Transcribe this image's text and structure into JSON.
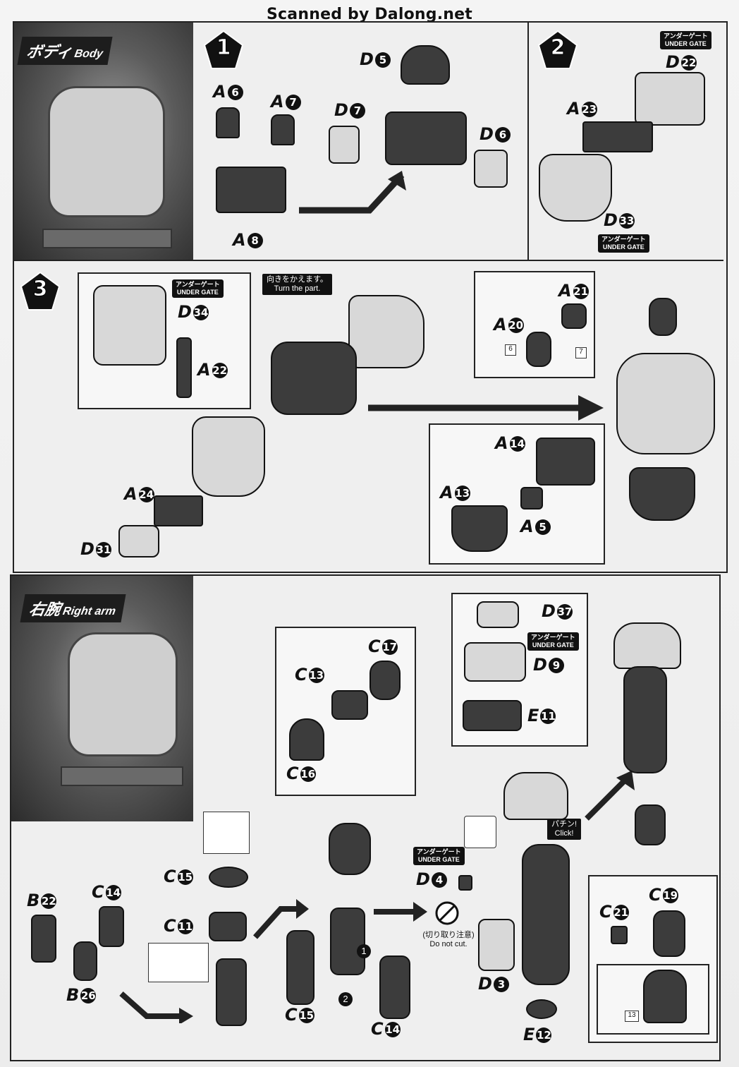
{
  "watermark": "Scanned by Dalong.net",
  "body_section": {
    "label_jp": "ボディ",
    "label_en": "Body",
    "step1": {
      "number": "1",
      "parts": {
        "a6": {
          "letter": "A",
          "num": "6"
        },
        "a7": {
          "letter": "A",
          "num": "7"
        },
        "a8": {
          "letter": "A",
          "num": "8"
        },
        "d5": {
          "letter": "D",
          "num": "5"
        },
        "d7": {
          "letter": "D",
          "num": "7"
        },
        "d6": {
          "letter": "D",
          "num": "6"
        }
      }
    },
    "step2": {
      "number": "2",
      "under_gate_jp": "アンダーゲート",
      "under_gate_en": "UNDER GATE",
      "parts": {
        "d22": {
          "letter": "D",
          "num": "22"
        },
        "a23": {
          "letter": "A",
          "num": "23"
        },
        "d33": {
          "letter": "D",
          "num": "33"
        }
      }
    },
    "step3": {
      "number": "3",
      "turn_note_jp": "向きをかえます。",
      "turn_note_en": "Turn the part.",
      "parts": {
        "d34": {
          "letter": "D",
          "num": "34"
        },
        "a22": {
          "letter": "A",
          "num": "22"
        },
        "a21": {
          "letter": "A",
          "num": "21"
        },
        "a20": {
          "letter": "A",
          "num": "20"
        },
        "a14": {
          "letter": "A",
          "num": "14"
        },
        "a13": {
          "letter": "A",
          "num": "13"
        },
        "a5": {
          "letter": "A",
          "num": "5"
        },
        "a24": {
          "letter": "A",
          "num": "24"
        },
        "d31": {
          "letter": "D",
          "num": "31"
        }
      },
      "seal_6": "6",
      "seal_7": "7"
    }
  },
  "arm_section": {
    "label_jp": "右腕",
    "label_en": "Right arm",
    "under_gate_jp": "アンダーゲート",
    "under_gate_en": "UNDER GATE",
    "click_jp": "パチン!",
    "click_en": "Click!",
    "donotcut_jp": "(切り取り注意)",
    "donotcut_en": "Do not cut.",
    "order_1": "1",
    "order_2": "2",
    "seal_13": "13",
    "parts": {
      "c17": {
        "letter": "C",
        "num": "17"
      },
      "c13": {
        "letter": "C",
        "num": "13"
      },
      "c16": {
        "letter": "C",
        "num": "16"
      },
      "d37": {
        "letter": "D",
        "num": "37"
      },
      "d9": {
        "letter": "D",
        "num": "9"
      },
      "e11": {
        "letter": "E",
        "num": "11"
      },
      "c15": {
        "letter": "C",
        "num": "15"
      },
      "c11": {
        "letter": "C",
        "num": "11"
      },
      "b22": {
        "letter": "B",
        "num": "22"
      },
      "c14": {
        "letter": "C",
        "num": "14"
      },
      "b26": {
        "letter": "B",
        "num": "26"
      },
      "d4": {
        "letter": "D",
        "num": "4"
      },
      "d3": {
        "letter": "D",
        "num": "3"
      },
      "e12": {
        "letter": "E",
        "num": "12"
      },
      "c19": {
        "letter": "C",
        "num": "19"
      },
      "c21": {
        "letter": "C",
        "num": "21"
      },
      "c15b": {
        "letter": "C",
        "num": "15"
      },
      "c14b": {
        "letter": "C",
        "num": "14"
      }
    }
  }
}
